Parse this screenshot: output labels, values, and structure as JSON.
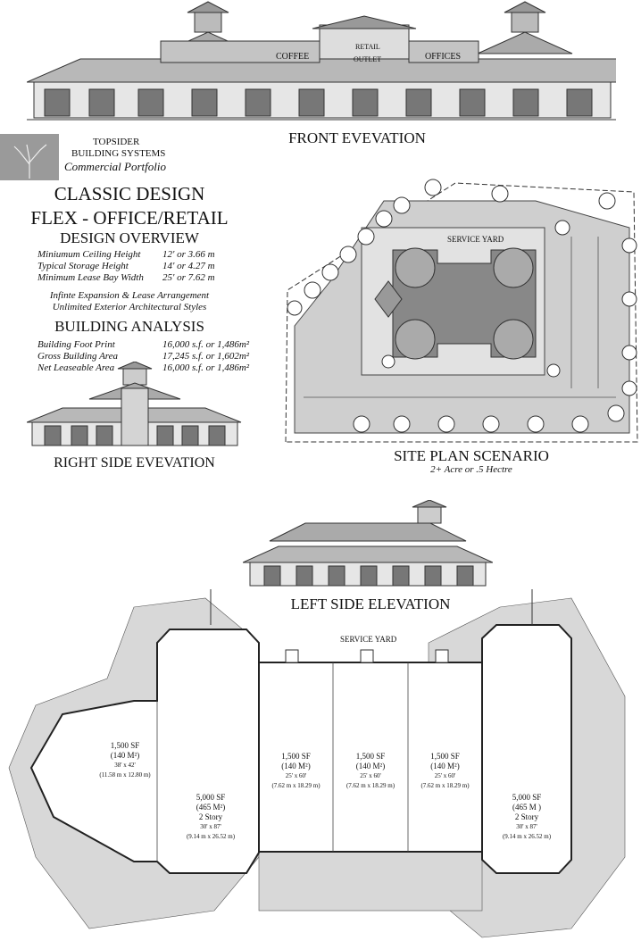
{
  "front_elevation": {
    "title": "FRONT EVEVATION",
    "sign_coffee": "COFFEE",
    "sign_retail": "RETAIL",
    "sign_outlet": "OUTLET",
    "sign_offices": "OFFICES"
  },
  "brand": {
    "line1": "TOPSIDER",
    "line2": "BUILDING SYSTEMS",
    "line3": "Commercial Portfolio"
  },
  "heading": {
    "title1": "CLASSIC DESIGN",
    "title2": "FLEX - OFFICE/RETAIL",
    "overview": "DESIGN OVERVIEW"
  },
  "overview_specs": [
    {
      "label": "Miniumum Ceiling Height",
      "value": "12' or 3.66 m"
    },
    {
      "label": "Typical Storage Height",
      "value": "14' or 4.27 m"
    },
    {
      "label": "Minimum Lease Bay Width",
      "value": "25' or 7.62 m"
    }
  ],
  "features": {
    "line1": "Infinte Expansion & Lease Arrangement",
    "line2": "Unlimited Exterior Architectural Styles"
  },
  "analysis": {
    "title": "BUILDING ANALYSIS",
    "rows": [
      {
        "label": "Building Foot Print",
        "value": "16,000 s.f. or 1,486m²"
      },
      {
        "label": "Gross Building Area",
        "value": "17,245 s.f. or 1,602m²"
      },
      {
        "label": "Net Leaseable Area",
        "value": "16,000 s.f. or 1,486m²"
      }
    ]
  },
  "right_side": {
    "title": "RIGHT SIDE EVEVATION"
  },
  "site_plan": {
    "title": "SITE PLAN SCENARIO",
    "subtitle": "2+ Acre or .5 Hectre",
    "service_yard": "SERVICE YARD"
  },
  "left_side": {
    "title": "LEFT SIDE ELEVATION"
  },
  "floor_plan": {
    "service_yard": "SERVICE YARD",
    "units": [
      {
        "sf": "1,500 SF",
        "m2": "(140 M²)",
        "dims": "38' x 42'",
        "metric": "(11.58 m x 12.80 m)"
      },
      {
        "sf": "5,000 SF",
        "m2": "(465 M²)",
        "story": "2 Story",
        "dims": "30' x 87'",
        "metric": "(9.14 m x 26.52 m)"
      },
      {
        "sf": "1,500 SF",
        "m2": "(140 M²)",
        "dims": "25' x 60'",
        "metric": "(7.62 m x 18.29 m)"
      },
      {
        "sf": "1,500 SF",
        "m2": "(140 M²)",
        "dims": "25' x 60'",
        "metric": "(7.62 m x 18.29 m)"
      },
      {
        "sf": "1,500 SF",
        "m2": "(140 M²)",
        "dims": "25' x 60'",
        "metric": "(7.62 m x 18.29 m)"
      },
      {
        "sf": "5,000 SF",
        "m2": "(465 M )",
        "story": "2 Story",
        "dims": "30' x 87'",
        "metric": "(9.14 m x 26.52 m)"
      }
    ]
  }
}
